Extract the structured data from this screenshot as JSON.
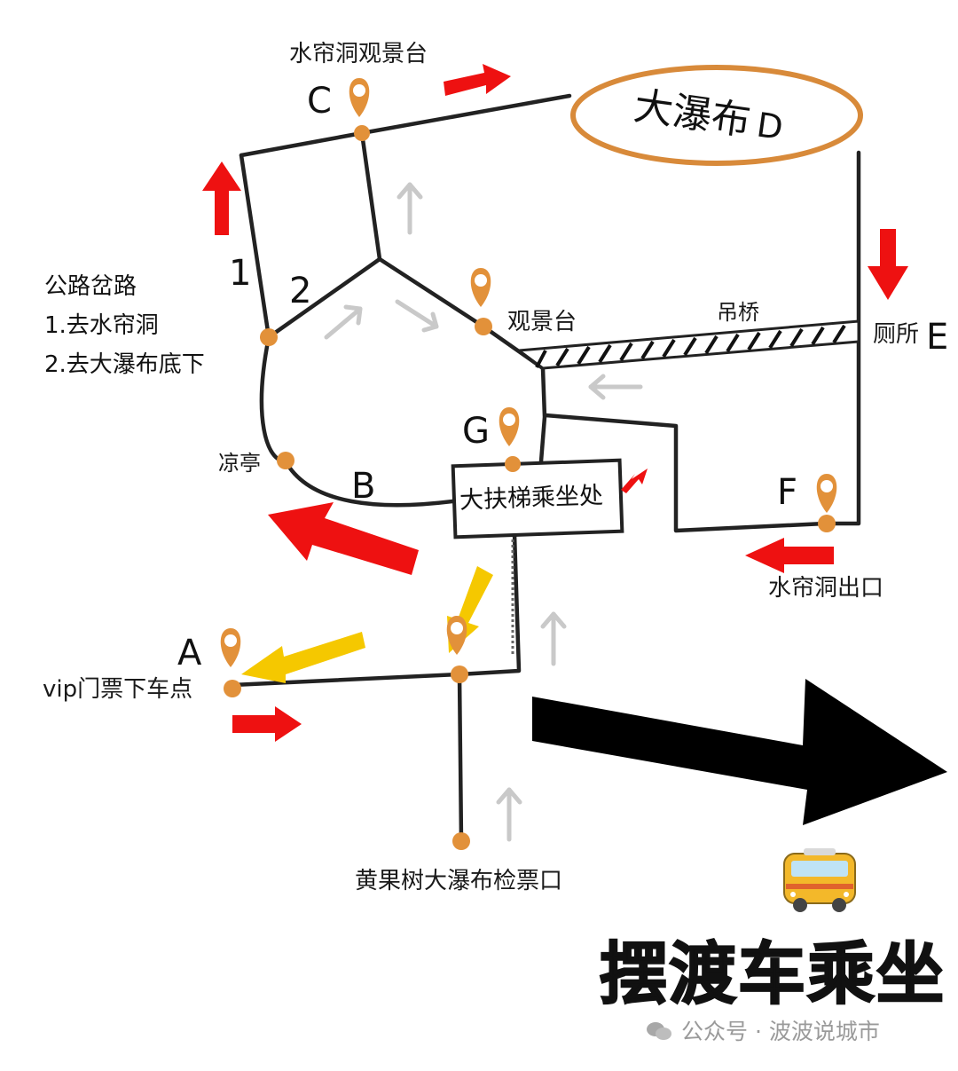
{
  "colors": {
    "path": "#222222",
    "pin": "#e2913a",
    "arrow_red": "#ee1111",
    "arrow_yellow": "#f5c800",
    "arrow_gray": "#c9c9c9",
    "ellipse": "#d88a3a",
    "big_arrow": "#000000"
  },
  "icons": {
    "pin": "map-pin-icon",
    "bus": "bus-icon",
    "wechat": "wechat-icon"
  },
  "points": {
    "A": {
      "letter": "A",
      "label": "vip门票下车点"
    },
    "B": {
      "letter": "B",
      "label": "凉亭"
    },
    "C": {
      "letter": "C",
      "label": "水帘洞观景台"
    },
    "D": {
      "label": "大瀑布",
      "letter": "D"
    },
    "E": {
      "label": "厕所",
      "letter": "E"
    },
    "F": {
      "letter": "F",
      "label": "水帘洞出口"
    },
    "G": {
      "letter": "G",
      "label": "大扶梯乘坐处"
    }
  },
  "labels": {
    "viewing_platform": "观景台",
    "bridge": "吊桥",
    "entrance": "黄果树大瀑布检票口"
  },
  "fork": {
    "title": "公路岔路",
    "option1": "1.去水帘洞",
    "option2": "2.去大瀑布底下",
    "num1": "1",
    "num2": "2"
  },
  "shuttle": {
    "text": "摆渡车乘坐"
  },
  "watermark": {
    "text": "公众号 · 波波说城市"
  }
}
